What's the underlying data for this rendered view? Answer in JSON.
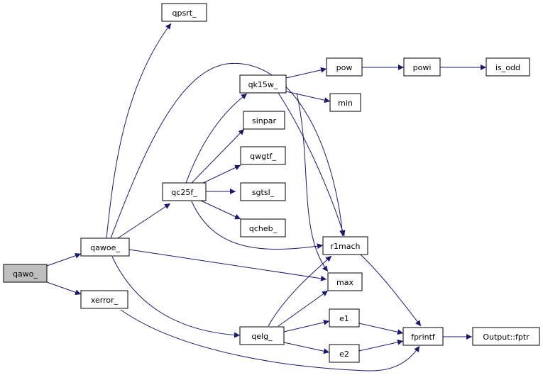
{
  "nodes": {
    "qawo": {
      "label": "qawo_",
      "interactable": false
    },
    "qawoe": {
      "label": "qawoe_",
      "interactable": true
    },
    "xerror": {
      "label": "xerror_",
      "interactable": true
    },
    "qpsrt": {
      "label": "qpsrt_",
      "interactable": true
    },
    "qc25f": {
      "label": "qc25f_",
      "interactable": true
    },
    "qk15w": {
      "label": "qk15w_",
      "interactable": true
    },
    "sinpar": {
      "label": "sinpar",
      "interactable": true
    },
    "qwgtf": {
      "label": "qwgtf_",
      "interactable": true
    },
    "sgtsl": {
      "label": "sgtsl_",
      "interactable": true
    },
    "qcheb": {
      "label": "qcheb_",
      "interactable": true
    },
    "pow": {
      "label": "pow",
      "interactable": true
    },
    "powi": {
      "label": "powi",
      "interactable": true
    },
    "is_odd": {
      "label": "is_odd",
      "interactable": true
    },
    "min": {
      "label": "min",
      "interactable": true
    },
    "r1mach": {
      "label": "r1mach",
      "interactable": true
    },
    "max": {
      "label": "max",
      "interactable": true
    },
    "qelg": {
      "label": "qelg_",
      "interactable": true
    },
    "e1": {
      "label": "e1",
      "interactable": true
    },
    "e2": {
      "label": "e2",
      "interactable": true
    },
    "fprintf": {
      "label": "fprintf",
      "interactable": true
    },
    "fptr": {
      "label": "Output::fptr",
      "interactable": true
    }
  },
  "edges": [
    [
      "qawo",
      "qawoe"
    ],
    [
      "qawo",
      "xerror"
    ],
    [
      "qawoe",
      "qpsrt"
    ],
    [
      "qawoe",
      "qc25f"
    ],
    [
      "qawoe",
      "r1mach"
    ],
    [
      "qawoe",
      "max"
    ],
    [
      "qawoe",
      "qelg"
    ],
    [
      "xerror",
      "fprintf"
    ],
    [
      "qc25f",
      "qk15w"
    ],
    [
      "qc25f",
      "sinpar"
    ],
    [
      "qc25f",
      "qwgtf"
    ],
    [
      "qc25f",
      "sgtsl"
    ],
    [
      "qc25f",
      "qcheb"
    ],
    [
      "qc25f",
      "r1mach"
    ],
    [
      "qk15w",
      "pow"
    ],
    [
      "qk15w",
      "min"
    ],
    [
      "qk15w",
      "r1mach"
    ],
    [
      "qk15w",
      "max"
    ],
    [
      "pow",
      "powi"
    ],
    [
      "powi",
      "is_odd"
    ],
    [
      "r1mach",
      "fprintf"
    ],
    [
      "qelg",
      "r1mach"
    ],
    [
      "qelg",
      "max"
    ],
    [
      "qelg",
      "e1"
    ],
    [
      "qelg",
      "e2"
    ],
    [
      "e1",
      "fprintf"
    ],
    [
      "e2",
      "fprintf"
    ],
    [
      "fprintf",
      "fptr"
    ]
  ],
  "colors": {
    "edge": "#191970",
    "root_fill": "#bfbfbf",
    "node_border": "#000000"
  }
}
